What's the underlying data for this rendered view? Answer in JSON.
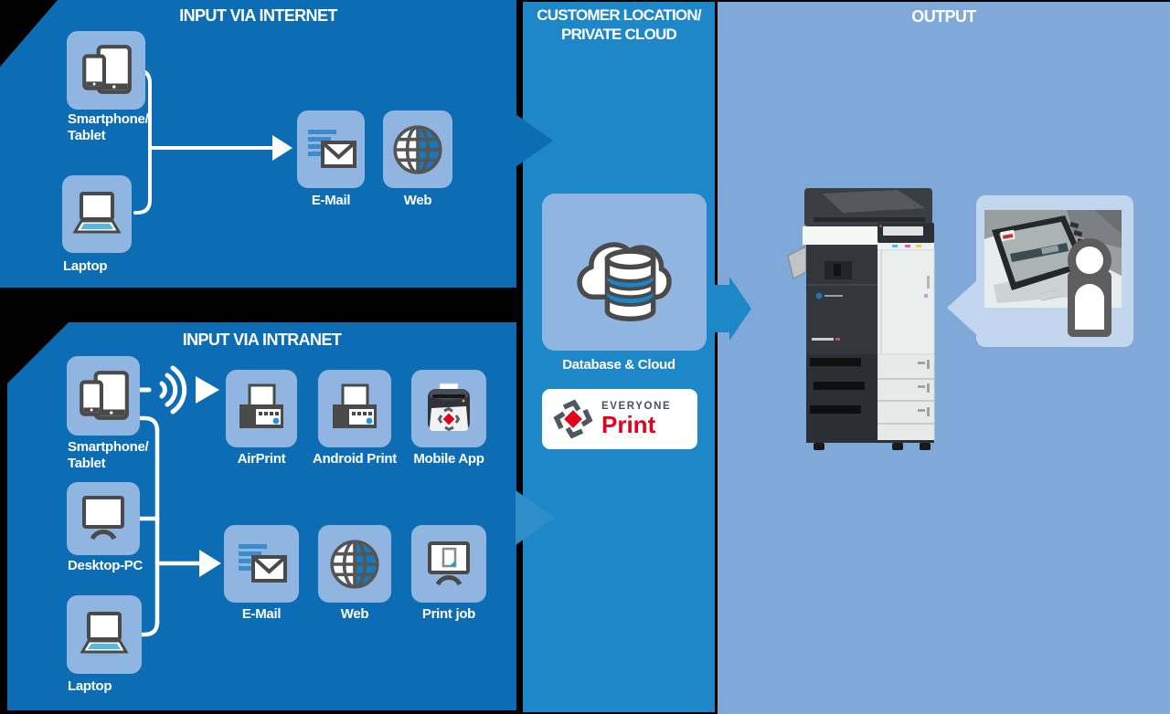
{
  "colors": {
    "background": "#000000",
    "panel_dark_blue": "#0c6db5",
    "panel_medium_blue": "#1e87c8",
    "panel_light_blue": "#7ea9d8",
    "tile_blue": "#8fb5e0",
    "frame_blue": "#c2d7ef",
    "brand_red": "#e2001a",
    "brand_gray": "#46525e",
    "icon_outline_gray": "#4a4a4a",
    "icon_accent_blue": "#1a85c8"
  },
  "internet_panel": {
    "title": "INPUT VIA INTERNET",
    "sources": [
      {
        "label": "Smartphone/\nTablet"
      },
      {
        "label": "Laptop"
      }
    ],
    "channels": [
      {
        "label": "E-Mail"
      },
      {
        "label": "Web"
      }
    ]
  },
  "intranet_panel": {
    "title": "INPUT VIA INTRANET",
    "sources": [
      {
        "label": "Smartphone/\nTablet"
      },
      {
        "label": "Desktop-PC"
      },
      {
        "label": "Laptop"
      }
    ],
    "wireless_channels": [
      {
        "label": "AirPrint"
      },
      {
        "label": "Android Print"
      },
      {
        "label": "Mobile App"
      }
    ],
    "channels": [
      {
        "label": "E-Mail"
      },
      {
        "label": "Web"
      },
      {
        "label": "Print job"
      }
    ]
  },
  "cloud_panel": {
    "title": "CUSTOMER LOCATION/\nPRIVATE CLOUD",
    "database_label": "Database & Cloud",
    "logo": {
      "line1": "EVERYONE",
      "line2": "Print"
    }
  },
  "output_panel": {
    "title": "OUTPUT"
  }
}
